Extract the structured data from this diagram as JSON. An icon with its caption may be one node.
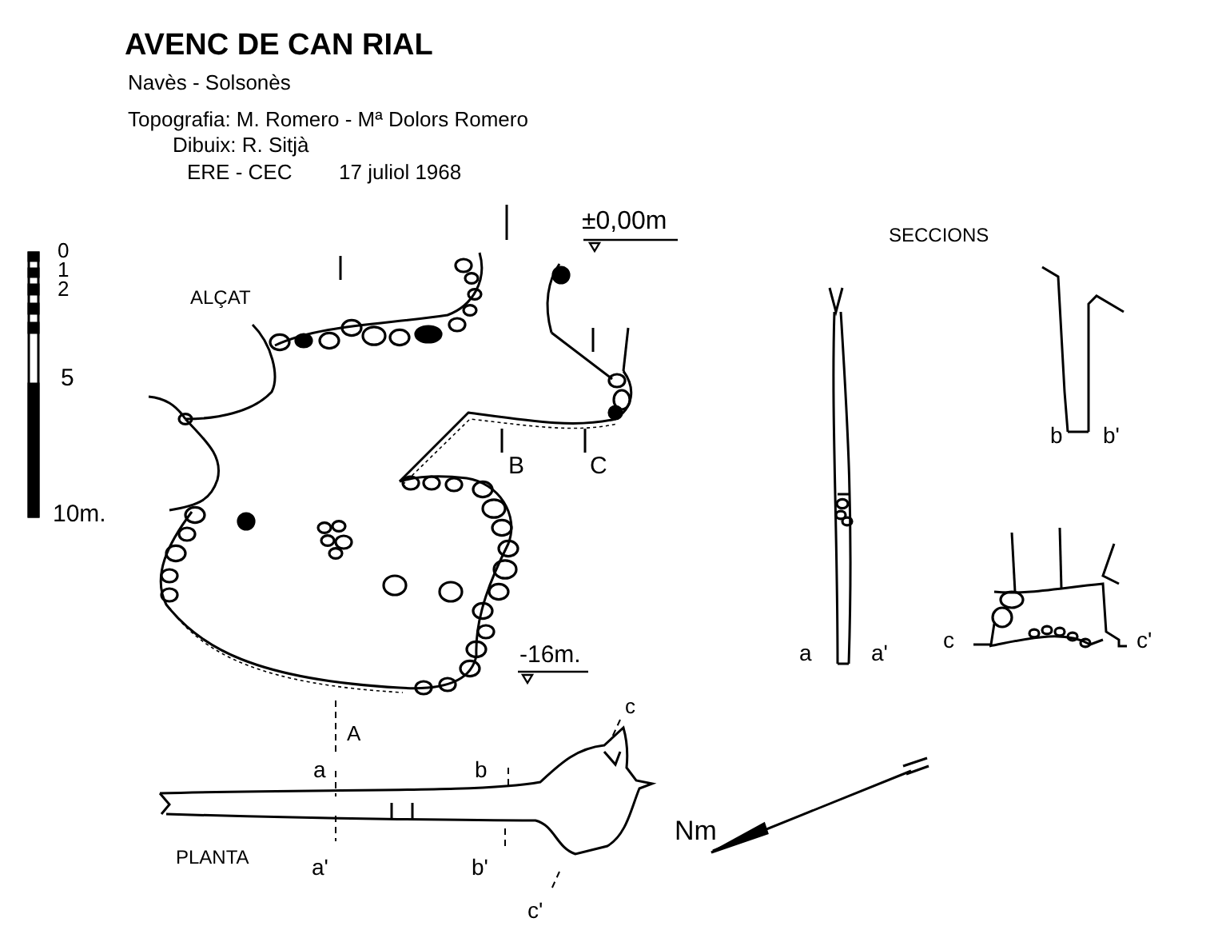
{
  "diagram": {
    "title": "AVENC DE CAN RIAL",
    "labels": [
      "Navès - Solsonès",
      "Topografia: M. Romero - Mª Dolors Romero",
      "Dibuix: R. Sitjà",
      "ERE - CEC",
      "17 juliol 1968",
      "±0,00m",
      "SECCIONS",
      "0",
      "1",
      "2",
      "ALÇAT",
      "5",
      "B",
      "C",
      "b",
      "b'",
      "10m.",
      "a",
      "a'",
      "c",
      "c'",
      "-16m.",
      "A",
      "c",
      "a",
      "b",
      "Nm",
      "PLANTA",
      "a'",
      "b'",
      "c'"
    ]
  }
}
